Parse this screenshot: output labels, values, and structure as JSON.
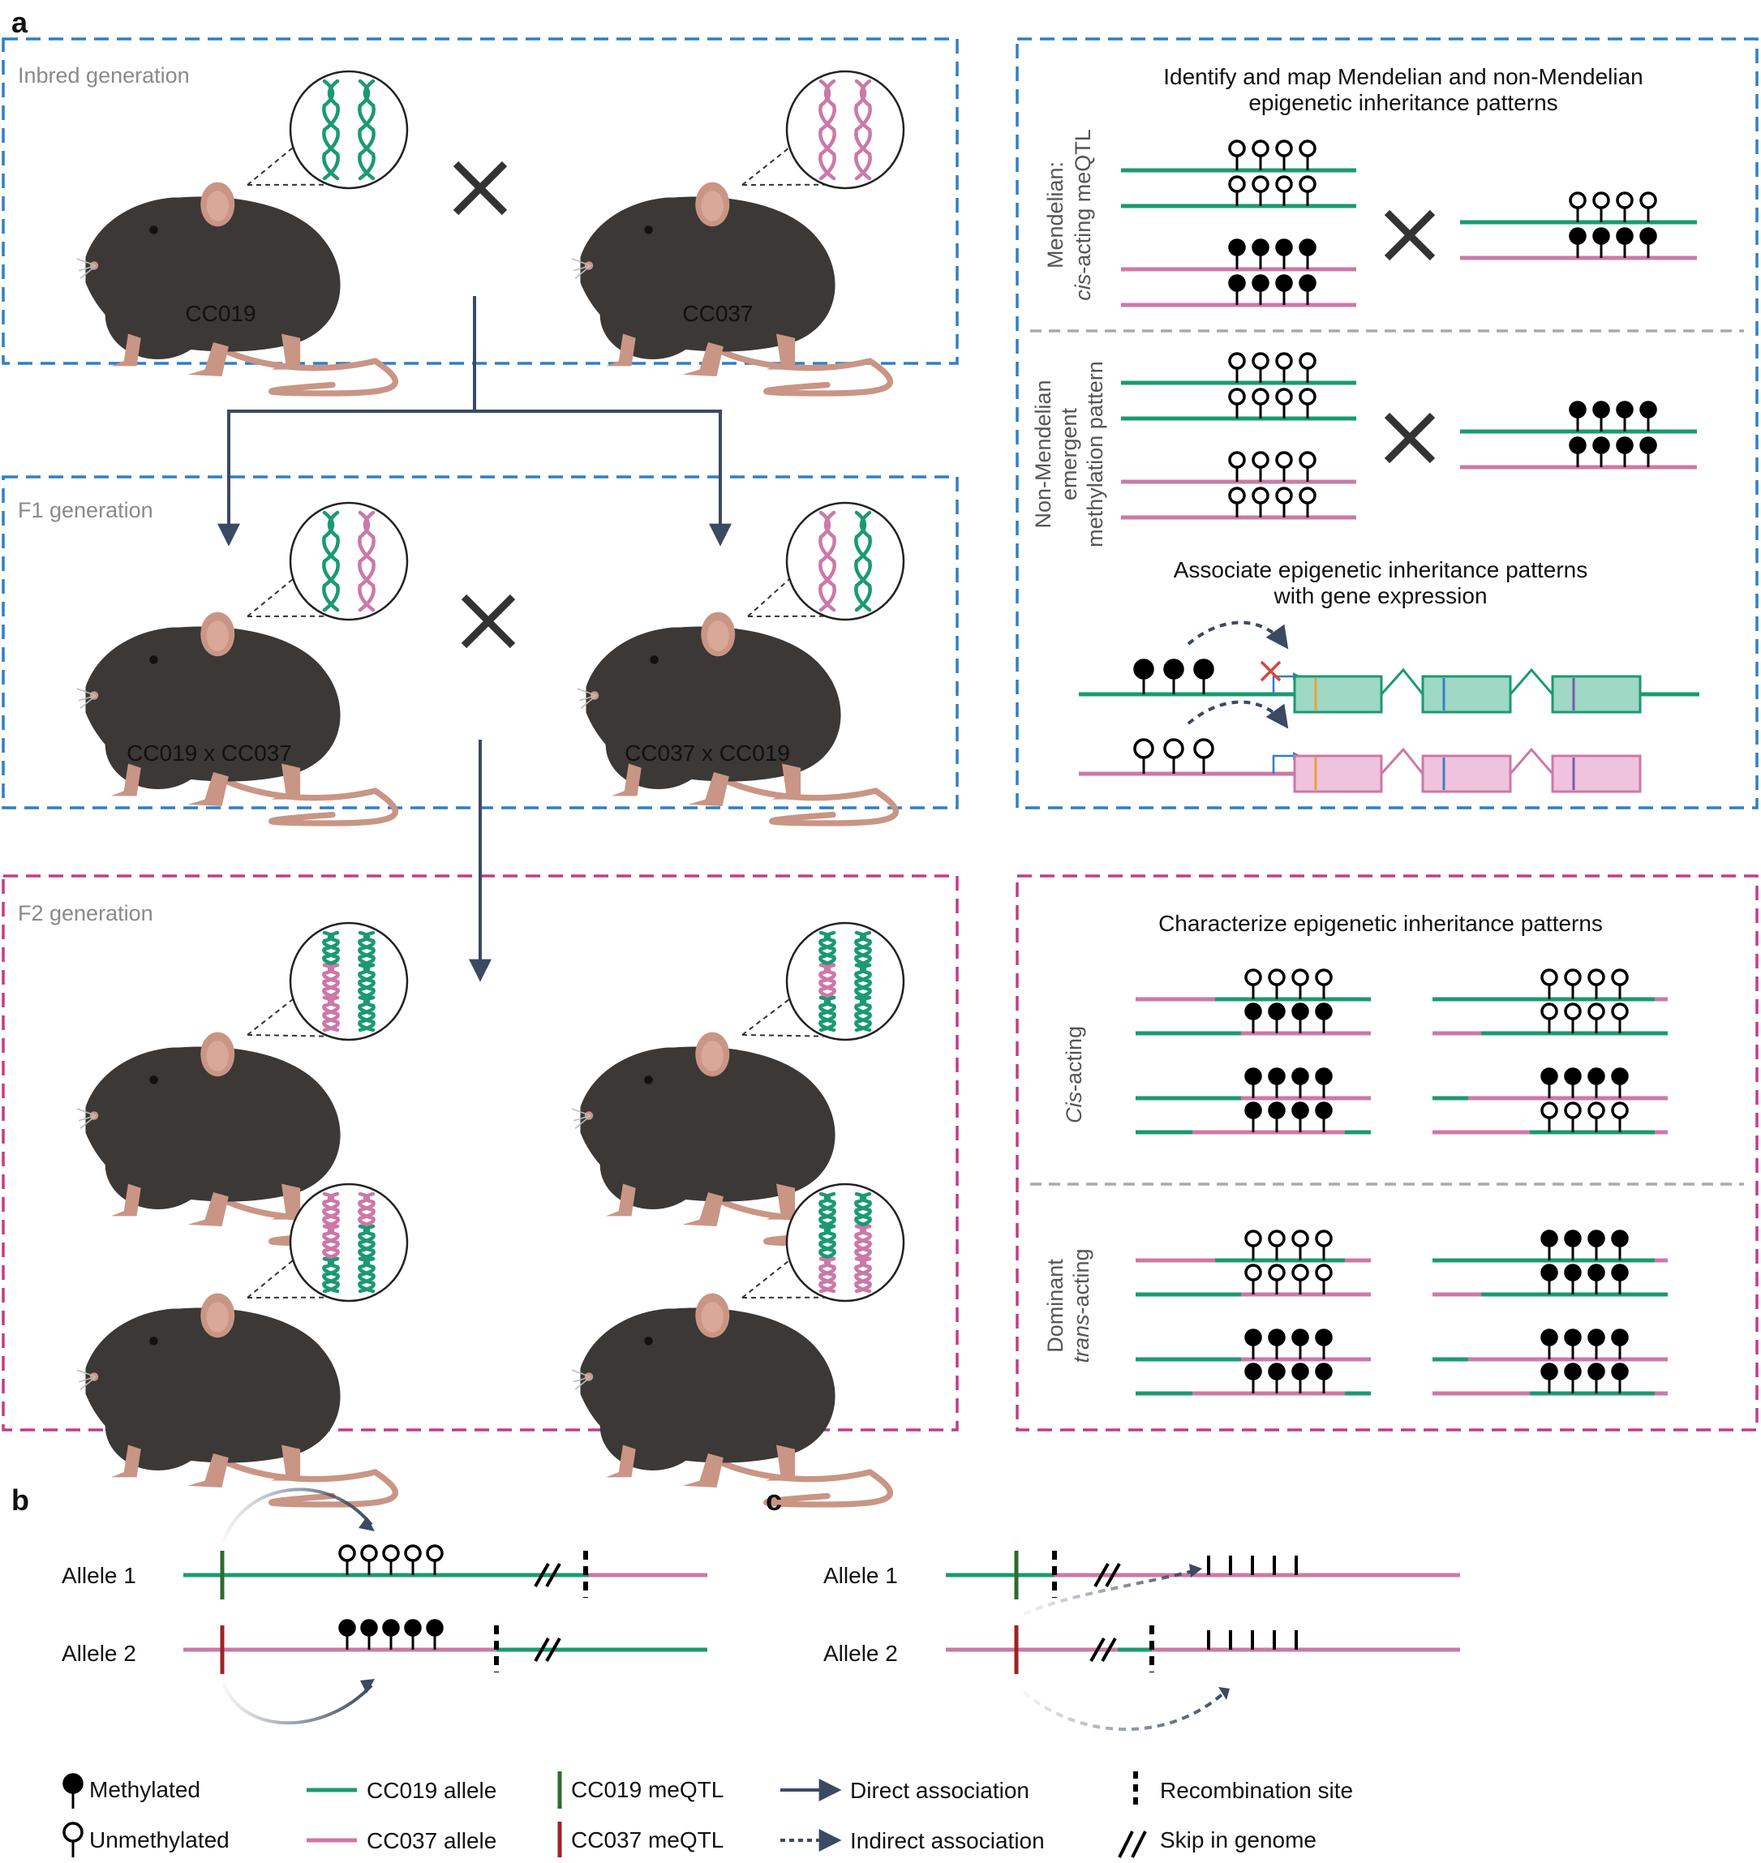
{
  "panels": {
    "a": "a",
    "b": "b",
    "c": "c"
  },
  "generations": {
    "inbred": "Inbred generation",
    "f1": "F1 generation",
    "f2": "F2 generation"
  },
  "mice": {
    "inbred_left": "CC019",
    "inbred_right": "CC037",
    "f1_left": "CC019 x CC037",
    "f1_right": "CC037 x CC019"
  },
  "right_top": {
    "title_line1": "Identify and map Mendelian and non-Mendelian",
    "title_line2": "epigenetic inheritance patterns",
    "mendelian_line1": "Mendelian:",
    "mendelian_line2_italic": "cis",
    "mendelian_line2_rest": "-acting meQTL",
    "nonmend_line1": "Non-Mendelian",
    "nonmend_line2": "emergent",
    "nonmend_line3": "methylation pattern",
    "assoc_line1": "Associate epigenetic inheritance patterns",
    "assoc_line2": "with gene expression"
  },
  "right_bottom": {
    "title": "Characterize epigenetic inheritance patterns",
    "cis_italic": "Cis",
    "cis_rest": "-acting",
    "dominant": "Dominant",
    "trans_italic": "trans",
    "trans_rest": "-acting"
  },
  "alleles": {
    "allele1": "Allele 1",
    "allele2": "Allele 2"
  },
  "legend": {
    "methylated": "Methylated",
    "unmethylated": "Unmethylated",
    "cc019_allele": "CC019 allele",
    "cc037_allele": "CC037 allele",
    "cc019_meqtl": "CC019 meQTL",
    "cc037_meqtl": "CC037 meQTL",
    "direct": "Direct association",
    "indirect": "Indirect association",
    "recomb": "Recombination site",
    "skip": "Skip in genome"
  },
  "colors": {
    "cc019": "#1a9a72",
    "cc037": "#cc78a8",
    "blue_box": "#2f7fc4",
    "magenta_box": "#c23b8c",
    "arrow": "#3a4a63",
    "meqtl019": "#2e6b2e",
    "meqtl037": "#9e2323",
    "mouse": "#3b3836",
    "mouse_skin": "#c99585"
  }
}
